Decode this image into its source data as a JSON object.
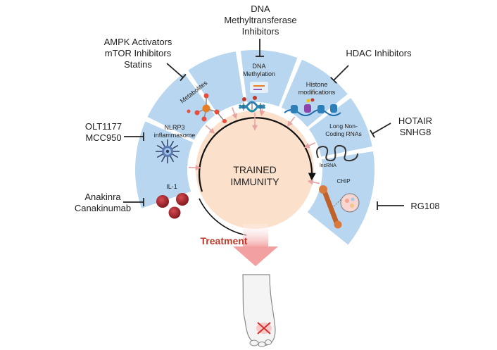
{
  "center": {
    "line1": "TRAINED",
    "line2": "IMMUNITY"
  },
  "segments": {
    "il1": "IL-1",
    "nlrp3": [
      "NLRP3",
      "inflammasome"
    ],
    "metabolites": "Metabolites",
    "dna_methylation": [
      "DNA",
      "Methylation"
    ],
    "histone": [
      "Histone",
      "modifications"
    ],
    "lncrna": [
      "Long Non-",
      "Coding RNAs"
    ],
    "lncrna_tag": "lncRNA",
    "chip": "CHIP"
  },
  "inhibitors": {
    "il1": [
      "Anakinra",
      "Canakinumab"
    ],
    "nlrp3": [
      "OLT1177",
      "MCC950"
    ],
    "metabolites": [
      "AMPK Activators",
      "mTOR Inhibitors",
      "Statins"
    ],
    "dna": [
      "DNA",
      "Methyltransferase",
      "Inhibitors"
    ],
    "histone": [
      "HDAC Inhibitors"
    ],
    "lncrna": [
      "HOTAIR",
      "SNHG8"
    ],
    "chip": [
      "RG108"
    ]
  },
  "treatment_label": "Treatment",
  "colors": {
    "segment_fill": "#b8d6ef",
    "center_fill": "#fbe0cc",
    "arrow_pink": "#e8a3a3",
    "treatment_text": "#c0392b",
    "blood_red": "#a3242b"
  },
  "icons": [
    "phosphate-molecule-icon",
    "dna-strand-icon",
    "nucleosome-icon",
    "inflammasome-icon",
    "rna-loop-icon",
    "bone-icon",
    "stem-cell-icon",
    "foot-icon"
  ]
}
